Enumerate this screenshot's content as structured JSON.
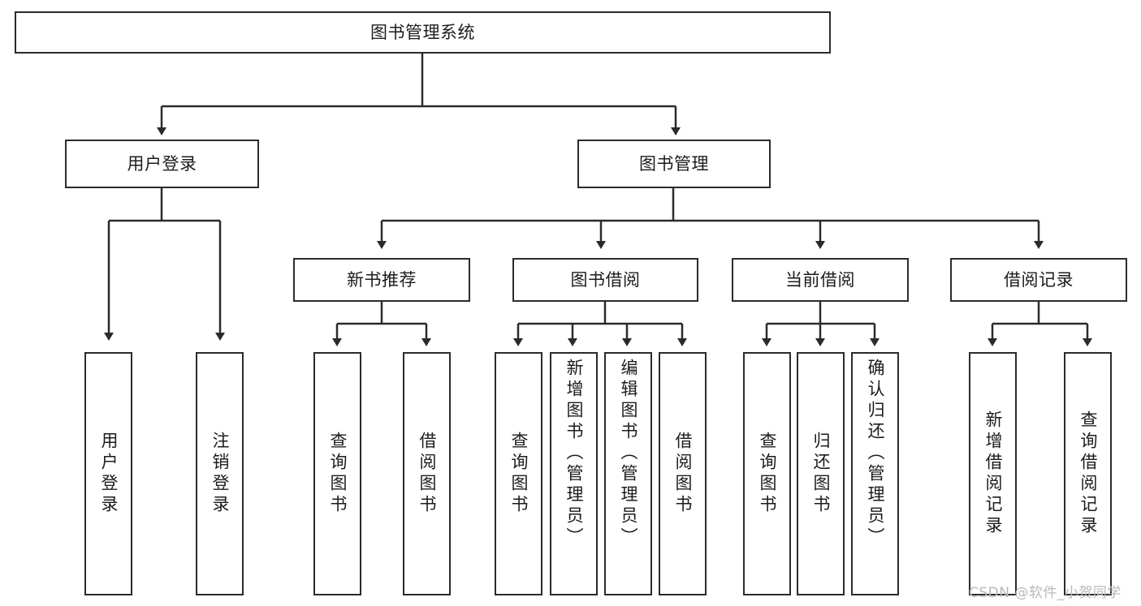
{
  "diagram": {
    "title": "图书管理系统",
    "type": "functional-structure-tree",
    "root": {
      "id": "root",
      "label": "图书管理系统"
    },
    "level2": [
      {
        "id": "user-login",
        "label": "用户登录"
      },
      {
        "id": "book-manage",
        "label": "图书管理"
      }
    ],
    "level3": [
      {
        "id": "new-book-rec",
        "label": "新书推荐",
        "parent": "book-manage"
      },
      {
        "id": "book-borrow",
        "label": "图书借阅",
        "parent": "book-manage"
      },
      {
        "id": "current-borrow",
        "label": "当前借阅",
        "parent": "book-manage"
      },
      {
        "id": "borrow-record",
        "label": "借阅记录",
        "parent": "book-manage"
      }
    ],
    "leaves": {
      "user_login": [
        {
          "id": "leaf-user-login",
          "label": "用户登录"
        },
        {
          "id": "leaf-logout",
          "label": "注销登录"
        }
      ],
      "new_book_rec": [
        {
          "id": "leaf-query-book-1",
          "label": "查询图书"
        },
        {
          "id": "leaf-borrow-book-1",
          "label": "借阅图书"
        }
      ],
      "book_borrow": [
        {
          "id": "leaf-query-book-2",
          "label": "查询图书"
        },
        {
          "id": "leaf-add-book",
          "label": "新增图书（管理员）"
        },
        {
          "id": "leaf-edit-book",
          "label": "编辑图书（管理员）"
        },
        {
          "id": "leaf-borrow-book-2",
          "label": "借阅图书"
        }
      ],
      "current_borrow": [
        {
          "id": "leaf-query-book-3",
          "label": "查询图书"
        },
        {
          "id": "leaf-return-book",
          "label": "归还图书"
        },
        {
          "id": "leaf-confirm-return",
          "label": "确认归还（管理员）"
        }
      ],
      "borrow_record": [
        {
          "id": "leaf-add-record",
          "label": "新增借阅记录"
        },
        {
          "id": "leaf-query-record",
          "label": "查询借阅记录"
        }
      ]
    }
  },
  "watermark": {
    "text": "CSDN @软件_小贺同学"
  },
  "colors": {
    "background": "#ffffff",
    "box_border": "#2b2b2b",
    "box_fill": "#ffffff",
    "text": "#1c1c1c",
    "connector": "#2b2b2b",
    "watermark": "#b9b9b9"
  }
}
